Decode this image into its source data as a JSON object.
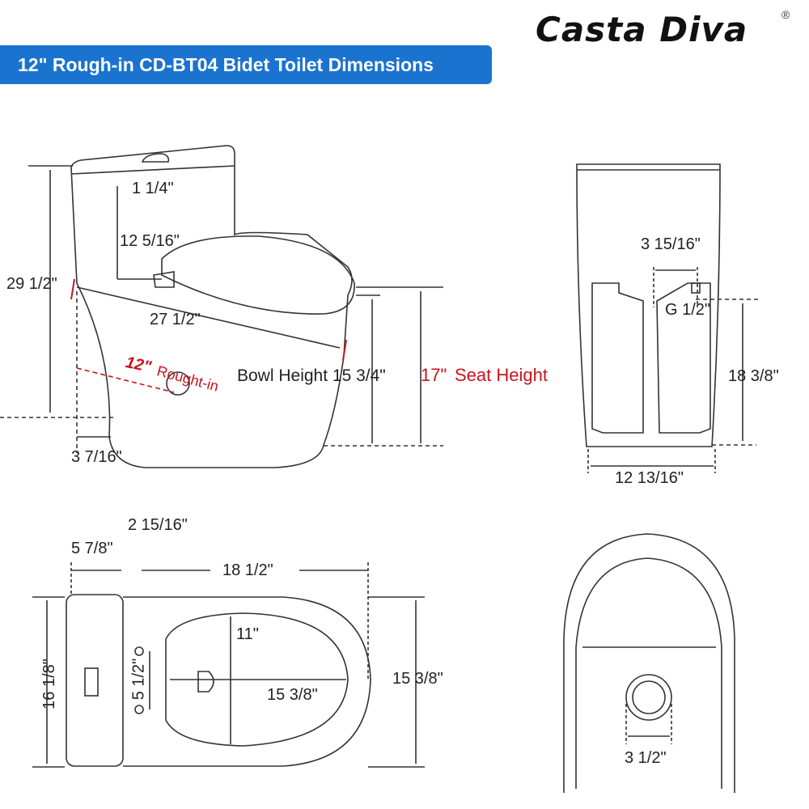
{
  "header": {
    "title": "12\" Rough-in CD-BT04 Bidet Toilet Dimensions",
    "brand": "Casta Diva",
    "registered": "®"
  },
  "colors": {
    "banner": "#1a73cf",
    "accent_red": "#c8141c",
    "line": "#333333"
  },
  "side_view": {
    "tank_lid": "1 1/4\"",
    "tank_height": "12 5/16\"",
    "total_height": "29 1/2\"",
    "depth": "27 1/2\"",
    "rough_in_num": "12\"",
    "rough_in_text": "Rought-in",
    "bowl_height": "Bowl Height 15 3/4\"",
    "seat_height_num": "17\"",
    "seat_height_text": "Seat Height",
    "base_offset": "3 7/16\""
  },
  "back_view": {
    "inlet_offset": "3 15/16\"",
    "inlet_thread": "G 1/2\"",
    "inlet_height": "18 3/8\"",
    "base_width": "12 13/16\""
  },
  "top_view": {
    "gap": "2 15/16\"",
    "tank_depth": "5 7/8\"",
    "bowl_length": "18 1/2\"",
    "seat_half": "11\"",
    "bolt_spacing": "5 1/2\"",
    "seat_length": "15 3/8\"",
    "bowl_width": "15 3/8\"",
    "tank_width": "16 1/8\""
  },
  "bottom_view": {
    "outlet_diameter": "3 1/2\""
  }
}
